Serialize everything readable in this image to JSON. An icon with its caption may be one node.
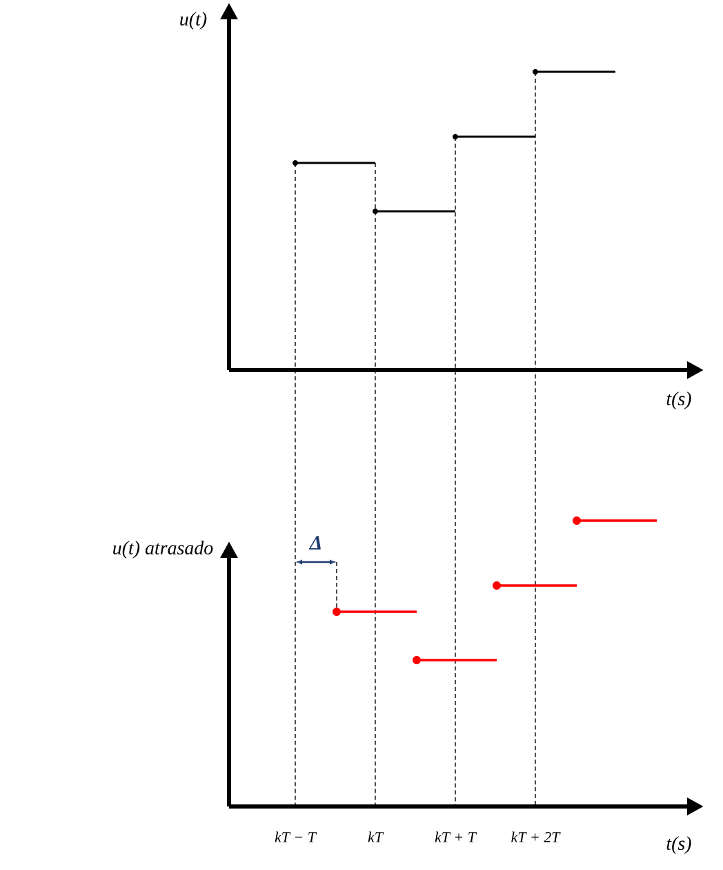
{
  "diagram": {
    "labels": [
      "u(t)",
      "t(s)",
      "u(t) atrasado",
      "Δ",
      "kT − T",
      "kT",
      "kT + T",
      "kT + 2T",
      "t(s)"
    ]
  }
}
